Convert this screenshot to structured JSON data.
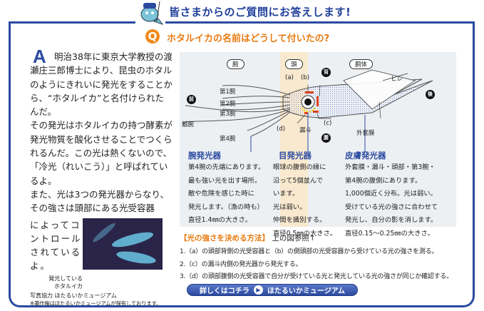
{
  "header": {
    "title": "皆さまからのご質問にお答えします!"
  },
  "question": {
    "mark": "Q",
    "text": "ホタルイカの名前はどうして付いたの?"
  },
  "answer": {
    "mark": "A",
    "paragraphs": [
      "明治38年に東京大学教授の渡瀬庄三郎博士により、昆虫のホタルのようにきれいに発光をすることから、“ホタルイカ”と名付けられたんだ。",
      "その発光はホタルイカの持つ酵素が発光物質を酸化させることでつくられるんだ。この光は熱くないので、「冷光（れいこう）」と呼ばれているよ。",
      "また、光は3つの発光器からなり、その強さは頭部にある光受容器"
    ],
    "continued": "によってコントロールされているよ。"
  },
  "photo": {
    "caption_lines": [
      "発光している",
      "ホタルイカ"
    ],
    "credit": "写真協力 ほたるいかミュージアム",
    "copyright": "※著作権はほたるいかミュージアムが保有しております。"
  },
  "diagram": {
    "regions": [
      "腕",
      "頭",
      "胴体"
    ],
    "directions": {
      "front": "前",
      "back": "後",
      "dorsal": "背",
      "ventral": "腹"
    },
    "arm_labels": [
      "第1腕",
      "第2腕",
      "第3腕",
      "触腕",
      "第4腕"
    ],
    "part_labels": {
      "a": "(a)",
      "b": "(b)",
      "c": "(c)",
      "d": "(d)",
      "funnel": "漏斗",
      "fin": "ヒレ",
      "mantle": "外套膜"
    }
  },
  "organs": [
    {
      "title": "腕発光器",
      "lines": [
        "第4腕の先端にあります。",
        "最も強い光を出す場所。",
        "敵や危険を感じた時に",
        "発光します。（漁の時も）",
        "直径1.4㎜の大きさ。"
      ]
    },
    {
      "title": "目発光器",
      "lines": [
        "眼球の腹側の縁に",
        "沿って5個並んで",
        "います。",
        "光は弱い。",
        "仲間を識別する。",
        "直径0.5㎜の大きさ。"
      ]
    },
    {
      "title": "皮膚発光器",
      "lines": [
        "外套膜・漏斗・頭部・第3腕・",
        "第4腕の腹側にあります。",
        "1,000個近く分布。光は弱い。",
        "受けている光の強さに合わせて",
        "発光し、自分の影を消します。",
        "直径0.15〜0.25㎜の大きさ。"
      ]
    }
  ],
  "method": {
    "title": "【光の強さを決める方法】",
    "ref": "上の図参照↑",
    "steps": [
      "1.（a）の頭部背側の光受容器と（b）の側頭部の光受容器から受けている光の強さを測る。",
      "2.（c）の漏斗内側の発光器から発光する。",
      "3.（d）の頭部腹側の光受容器で自分が受けている光と発光している光の強さが同じか確認する。"
    ]
  },
  "link": {
    "label": "詳しくはコチラ",
    "target": "ほたるいかミュージアム"
  },
  "colors": {
    "brand": "#2b4aa0",
    "accent": "#e87a10"
  }
}
